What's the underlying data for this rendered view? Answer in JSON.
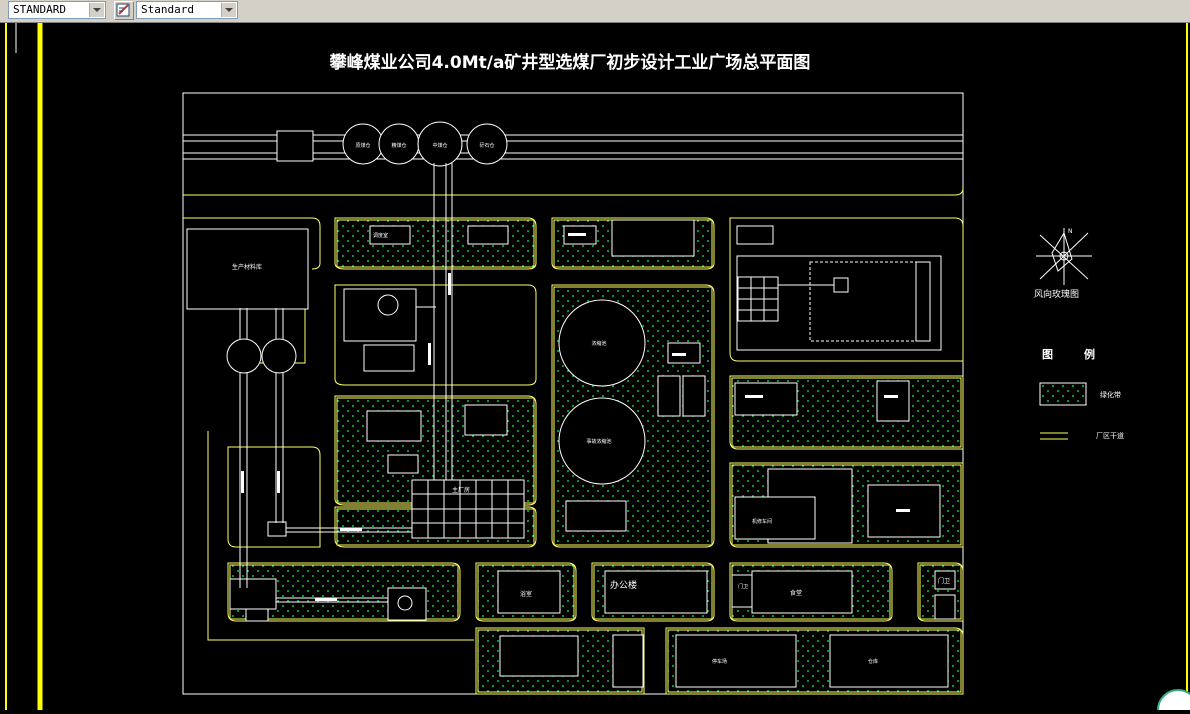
{
  "toolbar": {
    "style_combo_value": "STANDARD",
    "text_style_combo_value": "Standard",
    "style_icon": "text-style-icon"
  },
  "drawing": {
    "title": "攀峰煤业公司4.0Mt/a矿井型选煤厂初步设计工业广场总平面图",
    "compass_label": "风向玫瑰图",
    "legend_title_left": "图",
    "legend_title_right": "例",
    "legend_green_label": "绿化带",
    "legend_road_label": "厂区干道",
    "labels": {
      "main_building": "主厂房",
      "office": "办公楼",
      "gate_a": "门卫",
      "gate_b": "门卫",
      "bath": "浴室",
      "canteen": "食堂",
      "prod_warehouse": "生产材料库",
      "dispatch": "调度室",
      "repair": "机修车间",
      "silo1": "原煤仓",
      "silo2": "精煤仓",
      "silo3": "中煤仓",
      "silo4": "矸石仓",
      "concentrator1": "浓缩池",
      "concentrator2": "事故浓缩池",
      "parking": "停车场",
      "warehouse_r": "仓库"
    },
    "colors": {
      "background": "#000000",
      "line": "#ffffff",
      "road": "#ffff66",
      "green": "#00cc44",
      "yellow_rail": "#ffff00"
    }
  }
}
